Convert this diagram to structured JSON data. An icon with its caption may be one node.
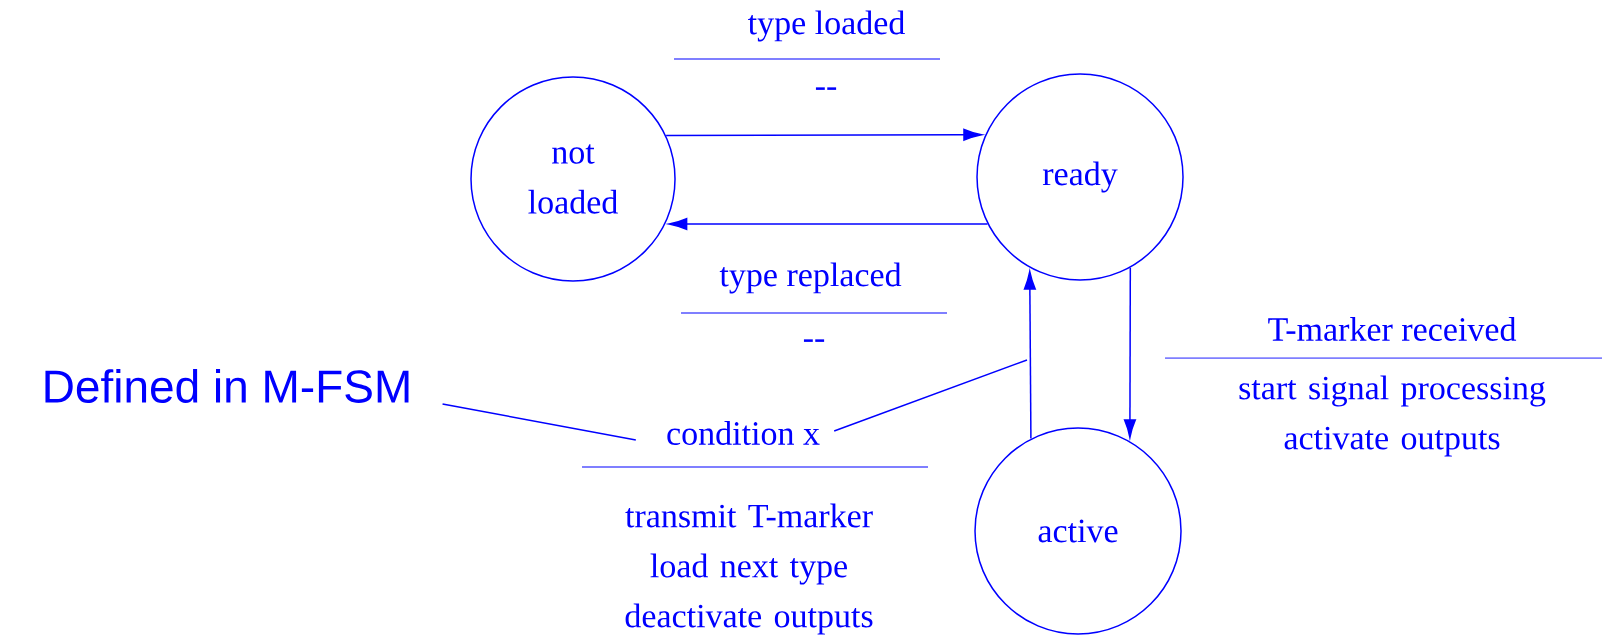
{
  "diagram": {
    "nodes": [
      {
        "text": [
          "not loaded"
        ]
      },
      {
        "text": [
          "ready"
        ]
      },
      {
        "text": [
          "active"
        ]
      },
      {
        "text": [
          "Defined in M-FSM"
        ]
      },
      {
        "text": [
          "condition x"
        ]
      }
    ],
    "edges": [
      {
        "from": 0,
        "to": 1,
        "arrow": "to",
        "label": "type loaded"
      },
      {
        "from": 1,
        "to": 0,
        "arrow": "to",
        "label": "type replaced"
      },
      {
        "from": 1,
        "to": 2,
        "arrow": "to",
        "label": "T-marker received"
      },
      {
        "from": 2,
        "to": 1,
        "arrow": "to"
      },
      {
        "from": 3,
        "to": 4,
        "arrow": "none"
      },
      {
        "from": 4,
        "to": null,
        "arrow": "none"
      }
    ],
    "labels": [
      "--",
      "--",
      "start signal processing activate outputs",
      "transmit T-marker load next type deactivate outputs"
    ]
  }
}
